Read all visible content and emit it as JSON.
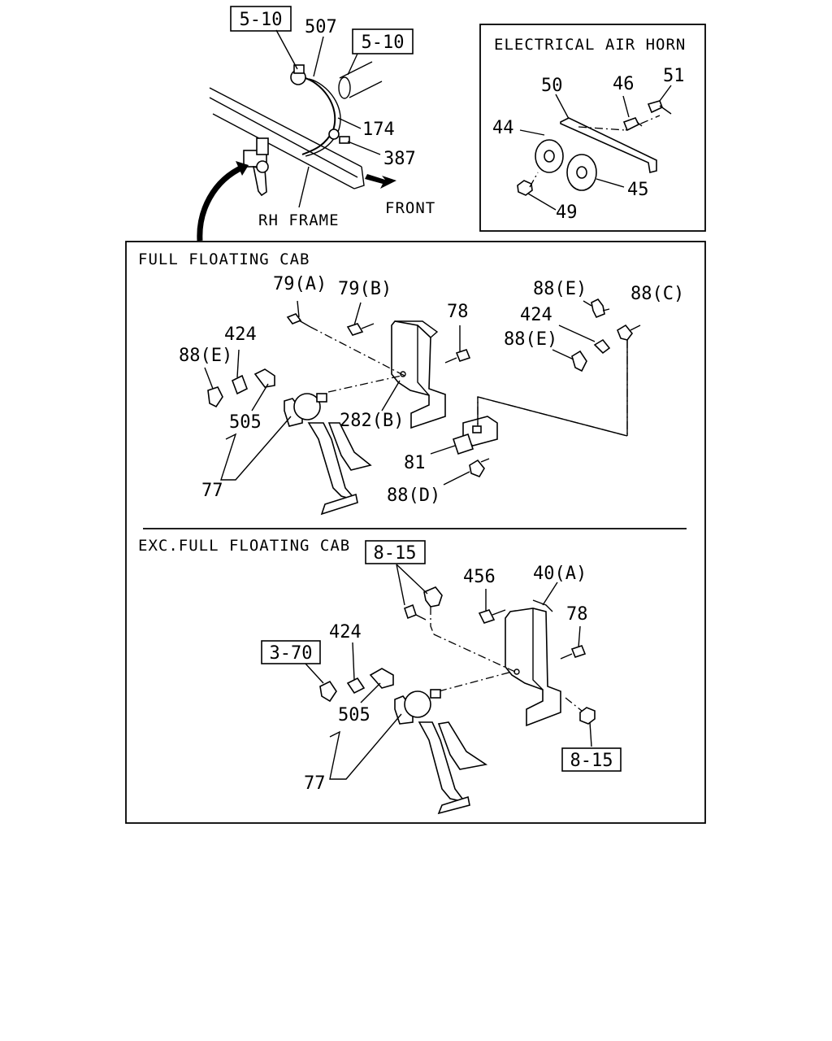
{
  "top": {
    "ref_left": "5-10",
    "ref_right": "5-10",
    "n507": "507",
    "n174": "174",
    "n387": "387",
    "rh_frame": "RH FRAME",
    "front": "FRONT"
  },
  "electrical": {
    "title": "ELECTRICAL AIR HORN",
    "n50": "50",
    "n46": "46",
    "n51": "51",
    "n44": "44",
    "n45": "45",
    "n49": "49"
  },
  "full": {
    "title": "FULL FLOATING CAB",
    "n79a": "79(A)",
    "n79b": "79(B)",
    "n78": "78",
    "n88e_top": "88(E)",
    "n88c": "88(C)",
    "n424_right": "424",
    "n88e_mid": "88(E)",
    "n424_left": "424",
    "n88e_left": "88(E)",
    "n282b": "282(B)",
    "n505": "505",
    "n81": "81",
    "n77": "77",
    "n88d": "88(D)"
  },
  "exc": {
    "title": "EXC.FULL FLOATING CAB",
    "ref_815_top": "8-15",
    "n456": "456",
    "n40a": "40(A)",
    "n78": "78",
    "n424": "424",
    "ref_370": "3-70",
    "n505": "505",
    "ref_815_bottom": "8-15",
    "n77": "77"
  }
}
